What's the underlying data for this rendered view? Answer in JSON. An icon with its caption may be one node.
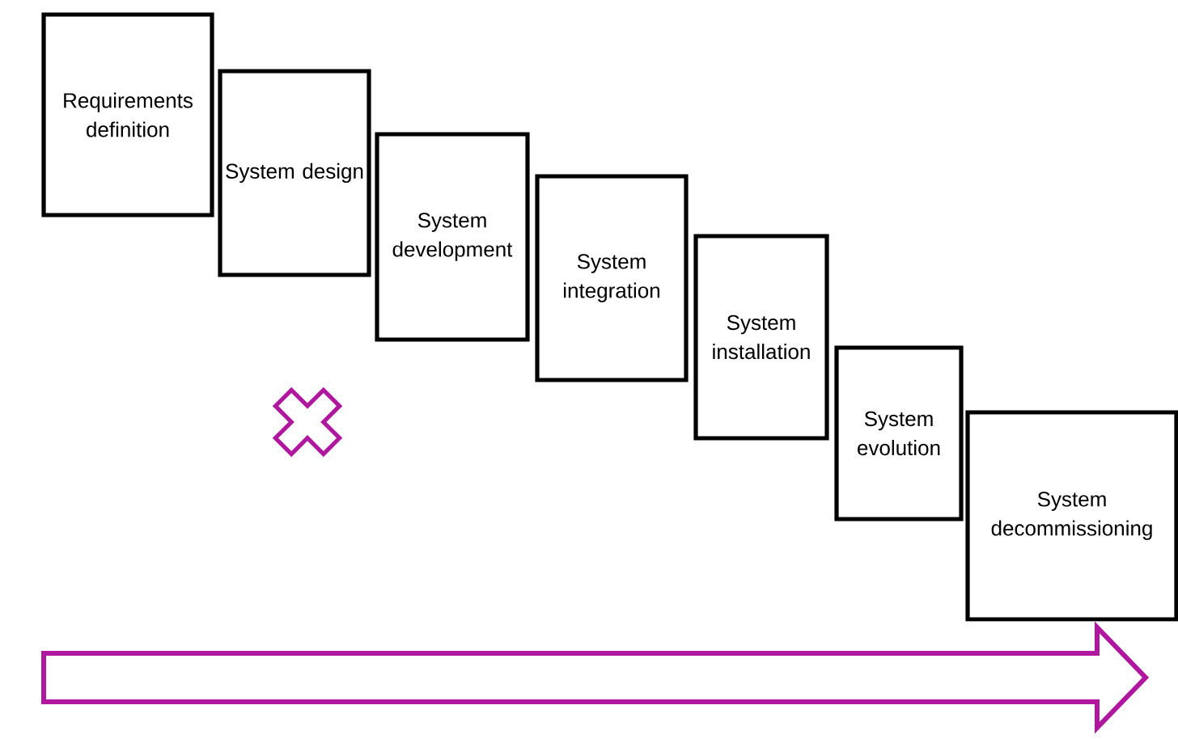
{
  "diagram": {
    "nodes": [
      {
        "text": [
          "Requirements definition"
        ]
      },
      {
        "text": [
          "System design"
        ]
      },
      {
        "text": [
          "System development"
        ]
      },
      {
        "text": [
          "System integration"
        ]
      },
      {
        "text": [
          "System installation"
        ]
      },
      {
        "text": [
          "System evolution"
        ]
      },
      {
        "text": [
          "System decommissioning"
        ]
      }
    ],
    "edges": []
  }
}
